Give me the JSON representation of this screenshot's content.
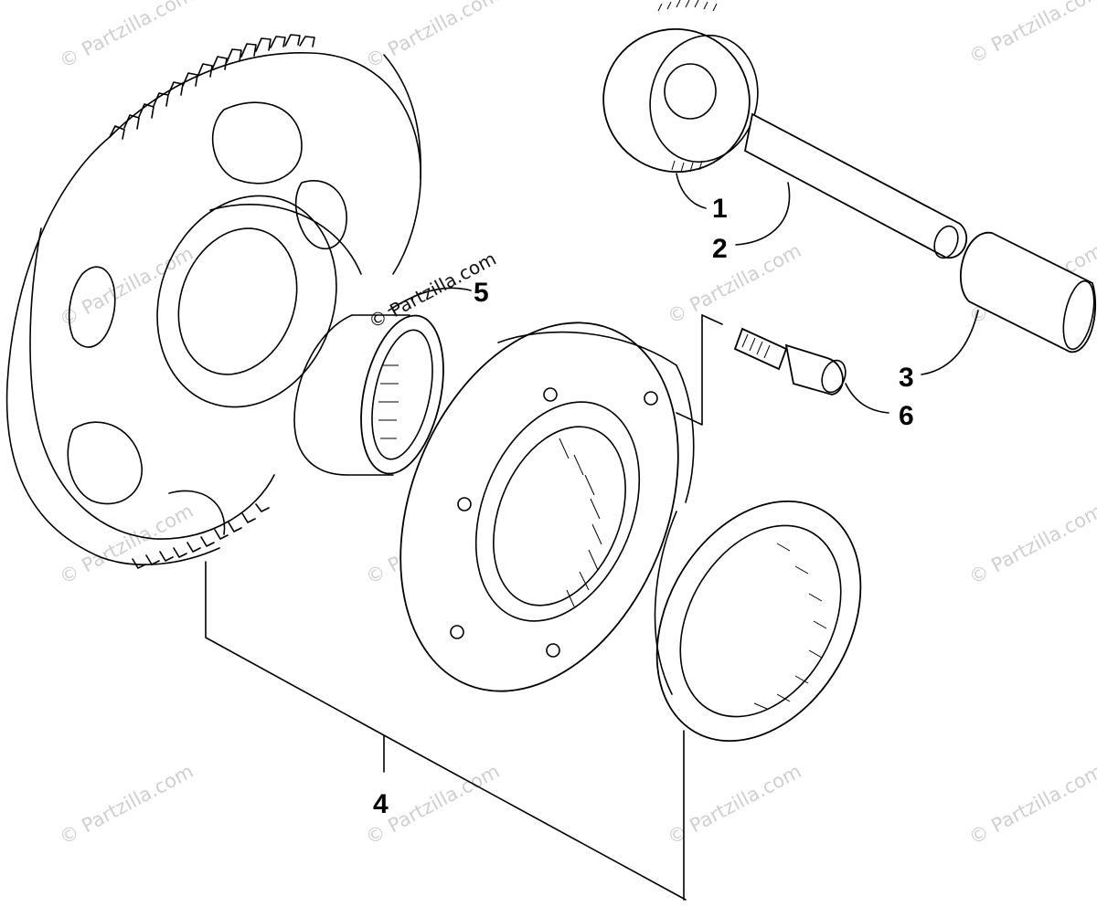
{
  "watermark": {
    "text": "© Partzilla.com"
  },
  "callouts": {
    "c1": "1",
    "c2": "2",
    "c3": "3",
    "c4": "4",
    "c5": "5",
    "c6": "6"
  }
}
